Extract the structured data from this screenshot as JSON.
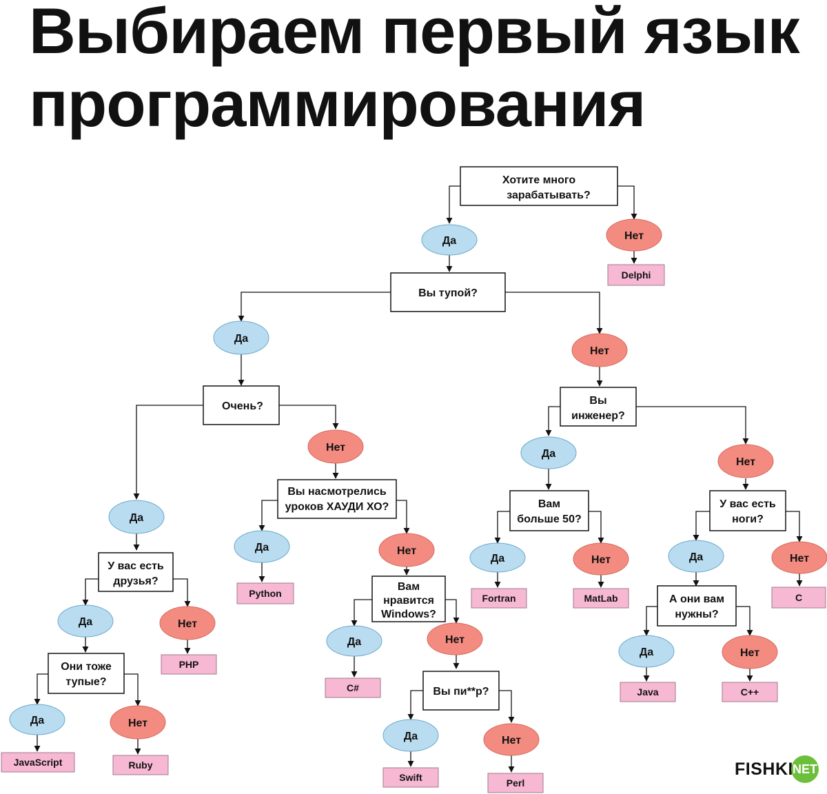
{
  "title": {
    "line1": "Выбираем первый язык",
    "line2": "программирования"
  },
  "answers": {
    "yes": "Да",
    "no": "Нет"
  },
  "questions": {
    "money": [
      "Хотите много",
      "зарабатывать?"
    ],
    "stupid": [
      "Вы тупой?"
    ],
    "very": [
      "Очень?"
    ],
    "engineer": [
      "Вы",
      "инженер?"
    ],
    "haudi": [
      "Вы насмотрелись",
      "уроков ХАУДИ ХО?"
    ],
    "friends": [
      "У вас есть",
      "друзья?"
    ],
    "over50": [
      "Вам",
      "больше 50?"
    ],
    "legs": [
      "У вас есть",
      "ноги?"
    ],
    "windows": [
      "Вам",
      "нравится",
      "Windows?"
    ],
    "also_stupid": [
      "Они тоже",
      "тупые?"
    ],
    "need_legs": [
      "А они вам",
      "нужны?"
    ],
    "gay": [
      "Вы пи**р?"
    ]
  },
  "languages": {
    "delphi": "Delphi",
    "python": "Python",
    "php": "PHP",
    "fortran": "Fortran",
    "matlab": "MatLab",
    "c": "C",
    "csharp": "C#",
    "java": "Java",
    "cpp": "C++",
    "javascript": "JavaScript",
    "ruby": "Ruby",
    "swift": "Swift",
    "perl": "Perl"
  },
  "logo": {
    "text": "FISHKI",
    "badge": "NET"
  },
  "colors": {
    "yes": "#b9dcf0",
    "no": "#f38b80",
    "language": "#f6b8d3",
    "logo_green": "#6cbf3a"
  }
}
